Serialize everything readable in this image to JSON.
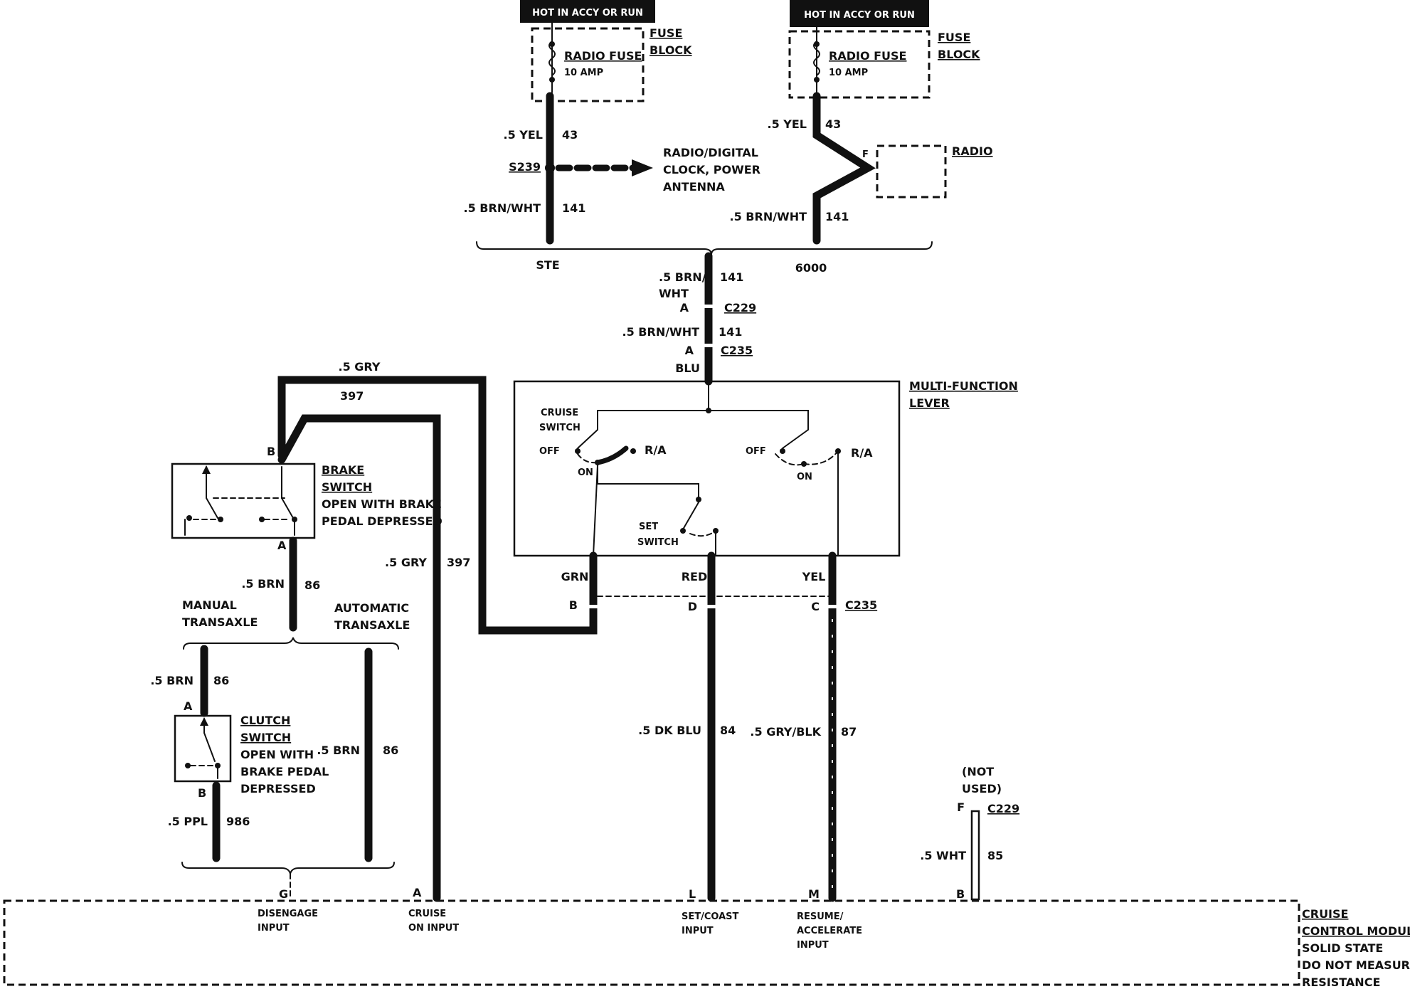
{
  "power": {
    "left": {
      "label": "HOT IN ACCY OR RUN",
      "fuse": "RADIO FUSE",
      "amp": "10 AMP",
      "block1": "FUSE",
      "block2": "BLOCK"
    },
    "right": {
      "label": "HOT IN ACCY OR RUN",
      "fuse": "RADIO FUSE",
      "amp": "10 AMP",
      "block1": "FUSE",
      "block2": "BLOCK"
    }
  },
  "wires": {
    "yel_left": ".5 YEL",
    "yel_left_num": "43",
    "yel_right": ".5 YEL",
    "yel_right_num": "43",
    "splice": "S239",
    "radio_clock_1": "RADIO/DIGITAL",
    "radio_clock_2": "CLOCK, POWER",
    "radio_clock_3": "ANTENNA",
    "brnwht_left": ".5 BRN/WHT",
    "brnwht_left_num": "141",
    "brnwht_right": ".5 BRN/WHT",
    "brnwht_right_num": "141",
    "radio_pin": "F",
    "radio": "RADIO",
    "ste": "STE",
    "six": "6000",
    "brn_a": ".5 BRN/",
    "brn_b": "WHT",
    "brn_num": "141",
    "c229_pin": "A",
    "c229": "C229",
    "brnwht_mid": ".5 BRN/WHT",
    "brnwht_mid_num": "141",
    "c235_pin": "A",
    "c235": "C235",
    "blu": "BLU",
    "gry_top": ".5 GRY",
    "gry_top_num": "397",
    "gry_side": ".5 GRY",
    "gry_side_num": "397",
    "brn86": ".5 BRN",
    "brn86_num": "86",
    "brn86_b": ".5 BRN",
    "brn86_b_num": "86",
    "brn86_c": ".5 BRN",
    "brn86_c_num": "86",
    "ppl": ".5 PPL",
    "ppl_num": "986",
    "grn": "GRN",
    "red": "RED",
    "yel": "YEL",
    "pin_b": "B",
    "pin_d": "D",
    "pin_c": "C",
    "c235b": "C235",
    "dkblu": ".5 DK BLU",
    "dkblu_num": "84",
    "grybk": ".5 GRY/BLK",
    "grybk_num": "87",
    "notused1": "(NOT",
    "notused2": "USED)",
    "f_pin": "F",
    "c229b": "C229",
    "wht": ".5 WHT",
    "wht_num": "85",
    "b_pin_wht": "B"
  },
  "multifunction": {
    "title1": "MULTI-FUNCTION",
    "title2": "LEVER",
    "cruise1": "CRUISE",
    "cruise2": "SWITCH",
    "off_l": "OFF",
    "ra_l": "R/A",
    "on_l": "ON",
    "off_r": "OFF",
    "ra_r": "R/A",
    "on_r": "ON",
    "set1": "SET",
    "set2": "SWITCH"
  },
  "brake": {
    "pin_b": "B",
    "pin_a": "A",
    "t1": "BRAKE",
    "t2": "SWITCH",
    "t3": "OPEN WITH BRAKE",
    "t4": "PEDAL DEPRESSED"
  },
  "trans": {
    "manual1": "MANUAL",
    "manual2": "TRANSAXLE",
    "auto1": "AUTOMATIC",
    "auto2": "TRANSAXLE"
  },
  "clutch": {
    "pin_a": "A",
    "pin_b": "B",
    "t1": "CLUTCH",
    "t2": "SWITCH",
    "t3": "OPEN WITH",
    "t4": "BRAKE PEDAL",
    "t5": "DEPRESSED"
  },
  "module": {
    "g": "G",
    "dis1": "DISENGAGE",
    "dis2": "INPUT",
    "a": "A",
    "con1": "CRUISE",
    "con2": "ON INPUT",
    "l": "L",
    "set1": "SET/COAST",
    "set2": "INPUT",
    "m": "M",
    "res1": "RESUME/",
    "res2": "ACCELERATE",
    "res3": "INPUT",
    "b": "B",
    "t1": "CRUISE",
    "t2": "CONTROL MODULE",
    "t3": "SOLID STATE",
    "t4": "DO NOT MEASURE",
    "t5": "RESISTANCE"
  }
}
